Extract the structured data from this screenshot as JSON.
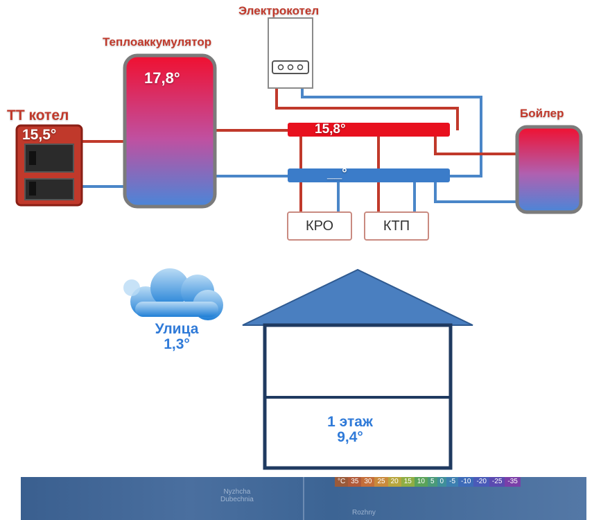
{
  "labels": {
    "tt_boiler": "ТТ котел",
    "heat_accumulator": "Теплоаккумулятор",
    "electric_boiler": "Электрокотел",
    "water_heater": "Бойлер",
    "kro": "КРО",
    "ktp": "КТП",
    "street": "Улица",
    "floor1": "1 этаж"
  },
  "temps": {
    "tt_boiler": "15,5°",
    "heat_accumulator": "17,8°",
    "supply_manifold": "15,8°",
    "return_manifold": "__°",
    "street": "1,3°",
    "floor1": "9,4°"
  },
  "map": {
    "town1_line1": "Nyzhcha",
    "town1_line2": "Dubechnia",
    "town2": "Rozhny",
    "legend_unit": "°C",
    "legend_values": [
      "35",
      "30",
      "25",
      "20",
      "15",
      "10",
      "5",
      "0",
      "-5",
      "-10",
      "-20",
      "-25",
      "-35"
    ],
    "legend_colors": [
      "#b05a3a",
      "#c46e3a",
      "#c98a3c",
      "#b8a63e",
      "#8fae44",
      "#5aa35a",
      "#4a9a7a",
      "#3f8f9a",
      "#3d7fb0",
      "#3d6bb8",
      "#4a5ab8",
      "#5a4ab0",
      "#7a3fa8"
    ]
  },
  "colors": {
    "supply_red": "#e8101e",
    "return_blue": "#3b7cc9",
    "pipe_red": "#c0392b",
    "pipe_blue": "#4a86c8",
    "house_blue": "#4a7fc0",
    "house_outline": "#1f3a60",
    "text_blue": "#2f7ad8"
  }
}
